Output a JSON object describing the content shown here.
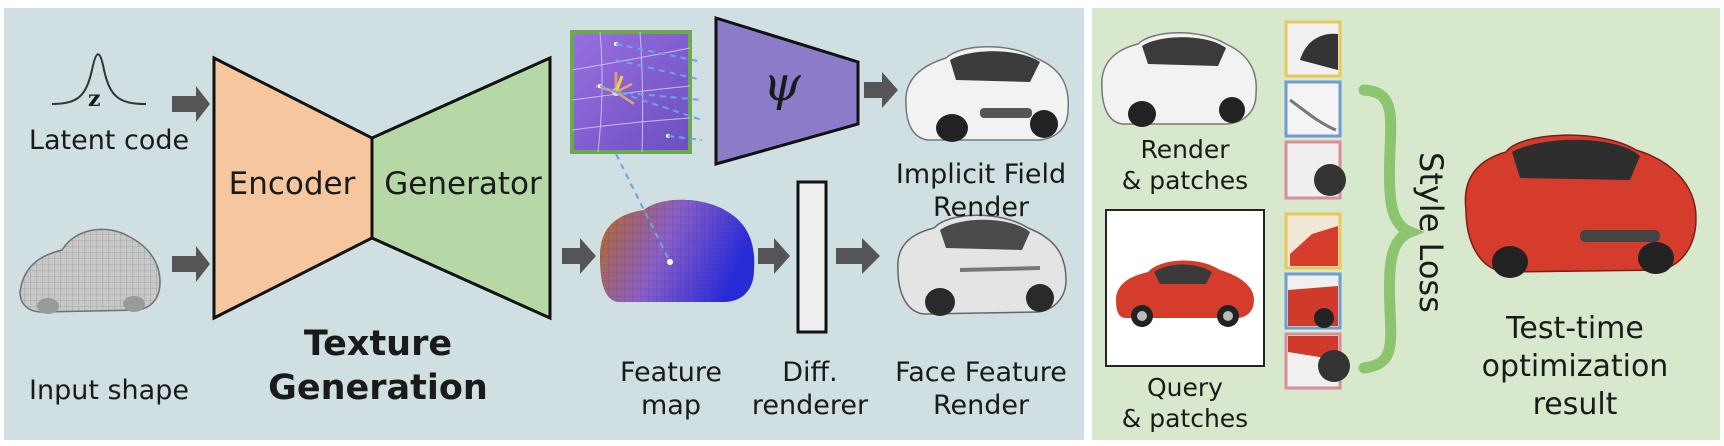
{
  "labels": {
    "latent_code": "Latent code",
    "z_symbol": "z",
    "encoder": "Encoder",
    "generator": "Generator",
    "psi_symbol": "ψ",
    "implicit_field_render": [
      "Implicit Field",
      "Render"
    ],
    "input_shape": "Input shape",
    "texture_generation": [
      "Texture",
      "Generation"
    ],
    "feature_map": [
      "Feature",
      "map"
    ],
    "diff_renderer": [
      "Diff.",
      "renderer"
    ],
    "face_feature_render": [
      "Face Feature",
      "Render"
    ],
    "render_patches": [
      "Render",
      "& patches"
    ],
    "query_patches": [
      "Query",
      "& patches"
    ],
    "style_loss": "Style Loss",
    "test_time_result": [
      "Test-time",
      "optimization",
      "result"
    ]
  },
  "colors": {
    "left_panel_bg": "#cfdfe2",
    "right_panel_bg": "#d7e8cc",
    "encoder": "#f6c79e",
    "generator": "#b5d8a6",
    "psi": "#8c7bc9",
    "feature_patch_border": "#6aaa4c",
    "patch_yellow": "#e8c75a",
    "patch_blue": "#6f9bd4",
    "patch_red": "#d98d9a",
    "brace_green": "#8dc46f",
    "arrow": "#555555",
    "car_red": "#d63c2c"
  }
}
